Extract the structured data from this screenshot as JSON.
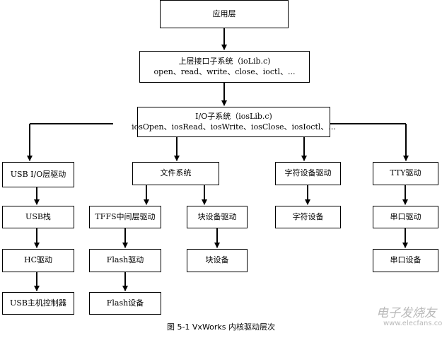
{
  "nodes": {
    "app": "应用层",
    "upper_line1": "上层接口子系统（ioLib.c)",
    "upper_line2": "open、read、write、close、ioctl、...",
    "io_line1": "I/O子系统（iosLib.c)",
    "io_line2": "iosOpen、iosRead、iosWrite、iosClose、iosIoctl、...",
    "usb_io_driver": "USB I/O层驱动",
    "usb_stack": "USB栈",
    "hc_driver": "HC驱动",
    "usb_host_ctrl": "USB主机控制器",
    "file_system": "文件系统",
    "tffs": "TFFS中间层驱动",
    "flash_driver": "Flash驱动",
    "flash_device": "Flash设备",
    "block_driver": "块设备驱动",
    "block_device": "块设备",
    "char_driver": "字符设备驱动",
    "char_device": "字符设备",
    "tty_driver": "TTY驱动",
    "serial_driver": "串口驱动",
    "serial_device": "串口设备"
  },
  "caption": "图 5-1    VxWorks 内核驱动层次",
  "watermark": {
    "text": "电子发烧友",
    "url": "www.elecfans.com"
  }
}
